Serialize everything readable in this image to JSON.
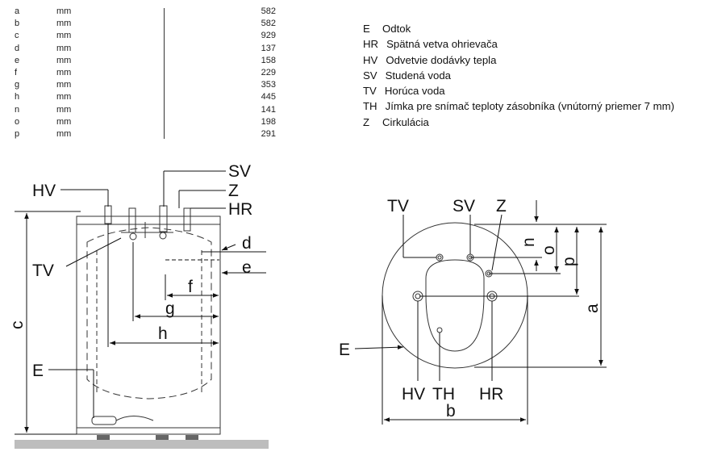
{
  "dimensions": [
    {
      "key": "a",
      "unit": "mm",
      "value": "582"
    },
    {
      "key": "b",
      "unit": "mm",
      "value": "582"
    },
    {
      "key": "c",
      "unit": "mm",
      "value": "929"
    },
    {
      "key": "d",
      "unit": "mm",
      "value": "137"
    },
    {
      "key": "e",
      "unit": "mm",
      "value": "158"
    },
    {
      "key": "f",
      "unit": "mm",
      "value": "229"
    },
    {
      "key": "g",
      "unit": "mm",
      "value": "353"
    },
    {
      "key": "h",
      "unit": "mm",
      "value": "445"
    },
    {
      "key": "n",
      "unit": "mm",
      "value": "141"
    },
    {
      "key": "o",
      "unit": "mm",
      "value": "198"
    },
    {
      "key": "p",
      "unit": "mm",
      "value": "291"
    }
  ],
  "legend": [
    {
      "code": "E",
      "text": "Odtok"
    },
    {
      "code": "HR",
      "text": "Spätná vetva ohrievača"
    },
    {
      "code": "HV",
      "text": "Odvetvie dodávky tepla"
    },
    {
      "code": "SV",
      "text": "Studená voda"
    },
    {
      "code": "TV",
      "text": "Horúca voda"
    },
    {
      "code": "TH",
      "text": "Jímka pre snímač teploty zásobníka (vnútorný priemer 7 mm)"
    },
    {
      "code": "Z",
      "text": "Cirkulácia"
    }
  ],
  "side_view_labels": {
    "hv": "HV",
    "sv": "SV",
    "z": "Z",
    "hr": "HR",
    "tv": "TV",
    "e": "E",
    "c": "c",
    "d": "d",
    "e_dim": "e",
    "f": "f",
    "g": "g",
    "h": "h"
  },
  "top_view_labels": {
    "tv": "TV",
    "sv": "SV",
    "z": "Z",
    "n": "n",
    "o": "o",
    "p": "p",
    "a": "a",
    "e": "E",
    "hv": "HV",
    "th": "TH",
    "hr": "HR",
    "b": "b"
  }
}
